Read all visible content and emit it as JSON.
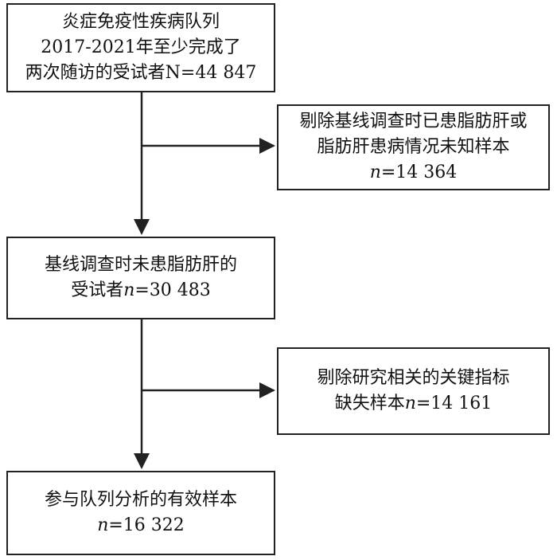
{
  "boxes": [
    {
      "lines": [
        "炎症免疫性疾病队列",
        "2017-2021年至少完成了",
        "两次随访的受试者N=44 847"
      ]
    },
    {
      "lines": [
        "剔除基线调查时已患脂肪肝或",
        "脂肪肝患病情况未知样本"
      ],
      "n_label": "n",
      "n_value": "=14 364"
    },
    {
      "lines": [
        "基线调查时未患脂肪肝的"
      ],
      "last_prefix": "受试者",
      "n_label": "n",
      "n_value": "=30 483"
    },
    {
      "lines": [
        "剔除研究相关的关键指标"
      ],
      "last_prefix": "缺失样本",
      "n_label": "n",
      "n_value": "=14 161"
    },
    {
      "lines": [
        "参与队列分析的有效样本"
      ],
      "n_label": "n",
      "n_value": "=16 322"
    }
  ],
  "colors": {
    "stroke": "#222222",
    "text": "#111111"
  }
}
